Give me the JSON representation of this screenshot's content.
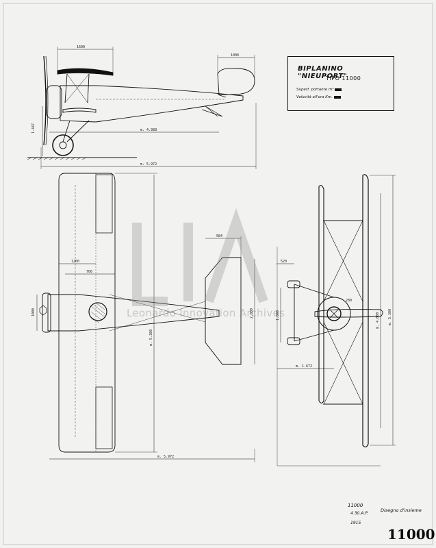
{
  "title_block": {
    "name": "BIPLANINO \"NIEUPORT\"",
    "type": "TIPO 11000",
    "surface_label": "Superf. portante m²",
    "speed_label": "Velocità all'ora Km."
  },
  "dimensions": {
    "top_wing_chord": "1600",
    "tail_width": "1000",
    "height": "1.447",
    "fuselage_length": "m. 4.988",
    "overall_length": "m. 5.972",
    "plan_span": "m. 5.380",
    "plan_chord": "1200",
    "plan_offset": "700",
    "tail_root": "584",
    "tail_span": "2.000",
    "plan_length": "m. 5.972",
    "front_wheel": "520",
    "front_half": "m. 1.672",
    "front_gap": "1.000",
    "front_span_a": "m. 5.380",
    "front_span_b": "m. 4.000",
    "front_small": "280",
    "side_left": "1000"
  },
  "watermark": {
    "logo": "LIA",
    "text": "Leonardo Innovation Archives"
  },
  "stamp": {
    "number": "11000",
    "sub": "4 30.A.P.",
    "label": "Disegno d'insieme",
    "year": "1915"
  },
  "sheet_number": "11000"
}
